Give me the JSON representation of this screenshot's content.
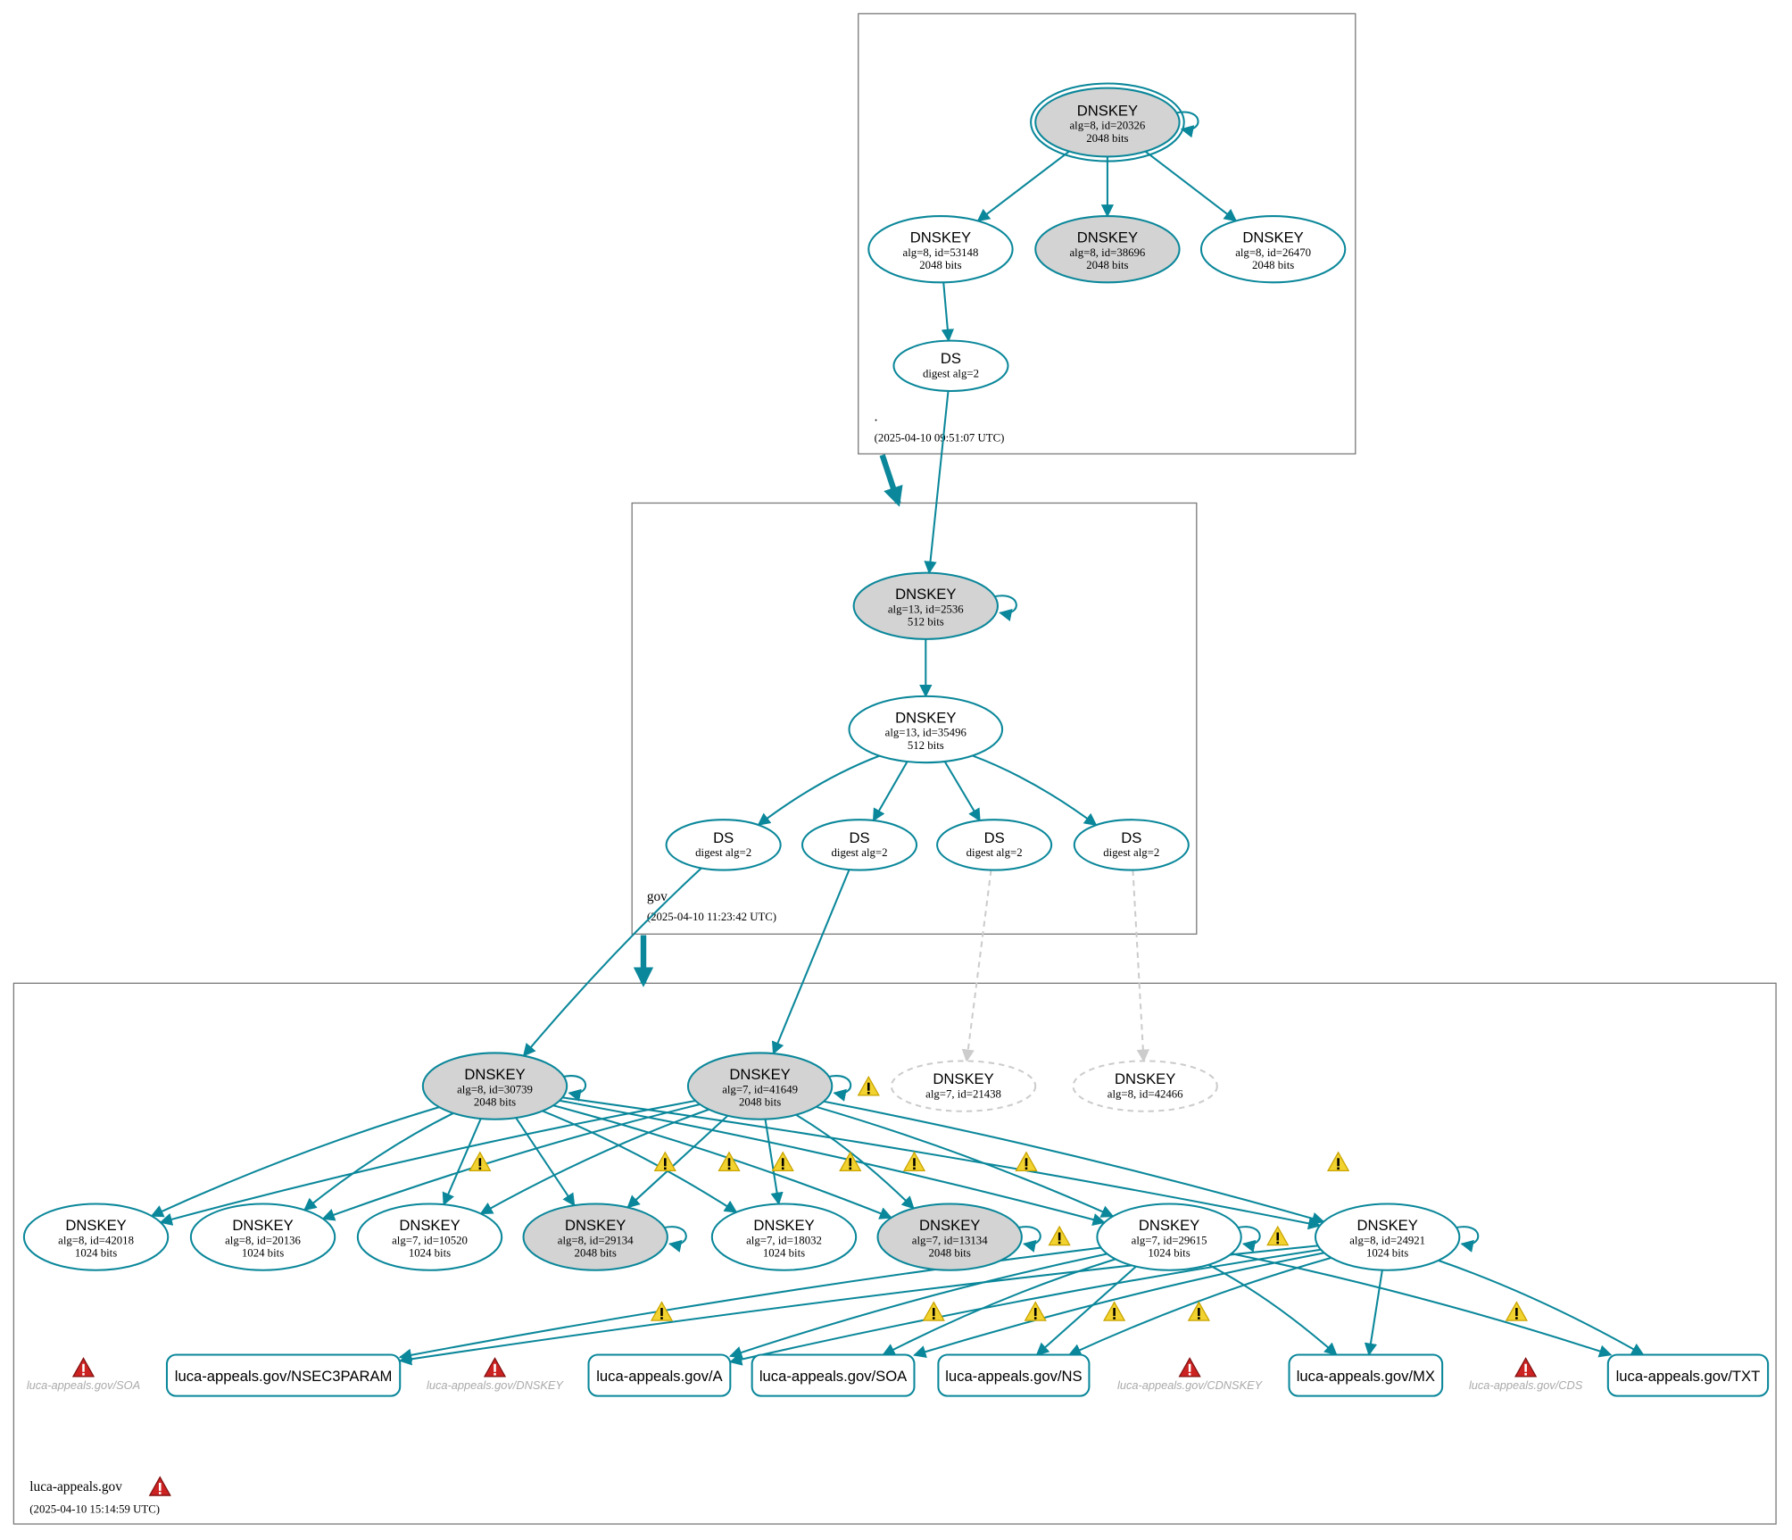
{
  "colors": {
    "edge": "#0a879a",
    "sep_fill": "#d3d3d3",
    "missing": "#cccccc",
    "warn": "#f2d22e",
    "error": "#c22"
  },
  "zones": [
    {
      "id": "root",
      "name": ".",
      "date": "(2025-04-10 09:51:07 UTC)"
    },
    {
      "id": "gov",
      "name": "gov",
      "date": "(2025-04-10 11:23:42 UTC)"
    },
    {
      "id": "luca",
      "name": "luca-appeals.gov",
      "date": "(2025-04-10 15:14:59 UTC)",
      "status": "error"
    }
  ],
  "nodes": [
    {
      "id": "k20326",
      "title": "DNSKEY",
      "line1": "alg=8, id=20326",
      "line2": "2048 bits",
      "style": "sep-trust"
    },
    {
      "id": "k53148",
      "title": "DNSKEY",
      "line1": "alg=8, id=53148",
      "line2": "2048 bits",
      "style": "plain"
    },
    {
      "id": "k38696",
      "title": "DNSKEY",
      "line1": "alg=8, id=38696",
      "line2": "2048 bits",
      "style": "sep"
    },
    {
      "id": "k26470",
      "title": "DNSKEY",
      "line1": "alg=8, id=26470",
      "line2": "2048 bits",
      "style": "plain"
    },
    {
      "id": "dsroot",
      "title": "DS",
      "line1": "digest alg=2",
      "style": "plain"
    },
    {
      "id": "k2536",
      "title": "DNSKEY",
      "line1": "alg=13, id=2536",
      "line2": "512 bits",
      "style": "sep"
    },
    {
      "id": "k35496",
      "title": "DNSKEY",
      "line1": "alg=13, id=35496",
      "line2": "512 bits",
      "style": "plain"
    },
    {
      "id": "ds1",
      "title": "DS",
      "line1": "digest alg=2",
      "style": "plain"
    },
    {
      "id": "ds2",
      "title": "DS",
      "line1": "digest alg=2",
      "style": "plain"
    },
    {
      "id": "ds3",
      "title": "DS",
      "line1": "digest alg=2",
      "style": "plain"
    },
    {
      "id": "ds4",
      "title": "DS",
      "line1": "digest alg=2",
      "style": "plain"
    },
    {
      "id": "k30739",
      "title": "DNSKEY",
      "line1": "alg=8, id=30739",
      "line2": "2048 bits",
      "style": "sep"
    },
    {
      "id": "k41649",
      "title": "DNSKEY",
      "line1": "alg=7, id=41649",
      "line2": "2048 bits",
      "style": "sep"
    },
    {
      "id": "k21438",
      "title": "DNSKEY",
      "line1": "alg=7, id=21438",
      "style": "missing"
    },
    {
      "id": "k42466",
      "title": "DNSKEY",
      "line1": "alg=8, id=42466",
      "style": "missing"
    },
    {
      "id": "k42018",
      "title": "DNSKEY",
      "line1": "alg=8, id=42018",
      "line2": "1024 bits",
      "style": "plain"
    },
    {
      "id": "k20136",
      "title": "DNSKEY",
      "line1": "alg=8, id=20136",
      "line2": "1024 bits",
      "style": "plain"
    },
    {
      "id": "k10520",
      "title": "DNSKEY",
      "line1": "alg=7, id=10520",
      "line2": "1024 bits",
      "style": "plain"
    },
    {
      "id": "k29134",
      "title": "DNSKEY",
      "line1": "alg=8, id=29134",
      "line2": "2048 bits",
      "style": "sep"
    },
    {
      "id": "k18032",
      "title": "DNSKEY",
      "line1": "alg=7, id=18032",
      "line2": "1024 bits",
      "style": "plain"
    },
    {
      "id": "k13134",
      "title": "DNSKEY",
      "line1": "alg=7, id=13134",
      "line2": "2048 bits",
      "style": "sep"
    },
    {
      "id": "k29615",
      "title": "DNSKEY",
      "line1": "alg=7, id=29615",
      "line2": "1024 bits",
      "style": "plain"
    },
    {
      "id": "k24921",
      "title": "DNSKEY",
      "line1": "alg=8, id=24921",
      "line2": "1024 bits",
      "style": "plain"
    },
    {
      "id": "rr_nsec3param",
      "title": "luca-appeals.gov/NSEC3PARAM",
      "style": "rrset"
    },
    {
      "id": "rr_a",
      "title": "luca-appeals.gov/A",
      "style": "rrset"
    },
    {
      "id": "rr_soa",
      "title": "luca-appeals.gov/SOA",
      "style": "rrset"
    },
    {
      "id": "rr_ns",
      "title": "luca-appeals.gov/NS",
      "style": "rrset"
    },
    {
      "id": "rr_mx",
      "title": "luca-appeals.gov/MX",
      "style": "rrset"
    },
    {
      "id": "rr_txt",
      "title": "luca-appeals.gov/TXT",
      "style": "rrset"
    }
  ],
  "missing_rrsets": [
    {
      "id": "m_soa",
      "label": "luca-appeals.gov/SOA"
    },
    {
      "id": "m_dnskey",
      "label": "luca-appeals.gov/DNSKEY"
    },
    {
      "id": "m_cdnskey",
      "label": "luca-appeals.gov/CDNSKEY"
    },
    {
      "id": "m_cds",
      "label": "luca-appeals.gov/CDS"
    }
  ],
  "edges": [
    [
      "k20326",
      "k20326"
    ],
    [
      "k20326",
      "k53148"
    ],
    [
      "k20326",
      "k38696"
    ],
    [
      "k20326",
      "k26470"
    ],
    [
      "k53148",
      "dsroot"
    ],
    [
      "dsroot",
      "k2536"
    ],
    [
      "k2536",
      "k2536"
    ],
    [
      "k2536",
      "k35496"
    ],
    [
      "k35496",
      "ds1"
    ],
    [
      "k35496",
      "ds2"
    ],
    [
      "k35496",
      "ds3"
    ],
    [
      "k35496",
      "ds4"
    ],
    [
      "ds1",
      "k30739"
    ],
    [
      "ds2",
      "k41649"
    ],
    [
      "ds3",
      "k21438",
      "dashed"
    ],
    [
      "ds4",
      "k42466",
      "dashed"
    ],
    [
      "k30739",
      "k30739"
    ],
    [
      "k41649",
      "k41649"
    ],
    [
      "k29134",
      "k29134"
    ],
    [
      "k13134",
      "k13134"
    ],
    [
      "k29615",
      "k29615"
    ],
    [
      "k24921",
      "k24921"
    ],
    [
      "k30739",
      "k42018"
    ],
    [
      "k30739",
      "k20136"
    ],
    [
      "k30739",
      "k10520"
    ],
    [
      "k30739",
      "k29134"
    ],
    [
      "k30739",
      "k18032"
    ],
    [
      "k30739",
      "k13134"
    ],
    [
      "k30739",
      "k29615"
    ],
    [
      "k30739",
      "k24921"
    ],
    [
      "k41649",
      "k42018"
    ],
    [
      "k41649",
      "k20136"
    ],
    [
      "k41649",
      "k10520"
    ],
    [
      "k41649",
      "k29134"
    ],
    [
      "k41649",
      "k18032"
    ],
    [
      "k41649",
      "k13134"
    ],
    [
      "k41649",
      "k29615"
    ],
    [
      "k41649",
      "k24921"
    ],
    [
      "k29615",
      "rr_nsec3param"
    ],
    [
      "k29615",
      "rr_a"
    ],
    [
      "k29615",
      "rr_soa"
    ],
    [
      "k29615",
      "rr_ns"
    ],
    [
      "k29615",
      "rr_mx"
    ],
    [
      "k29615",
      "rr_txt"
    ],
    [
      "k24921",
      "rr_nsec3param"
    ],
    [
      "k24921",
      "rr_a"
    ],
    [
      "k24921",
      "rr_soa"
    ],
    [
      "k24921",
      "rr_ns"
    ],
    [
      "k24921",
      "rr_mx"
    ],
    [
      "k24921",
      "rr_txt"
    ]
  ],
  "delegations": [
    [
      "root",
      "gov"
    ],
    [
      "gov",
      "luca"
    ]
  ],
  "warning_count": 17
}
